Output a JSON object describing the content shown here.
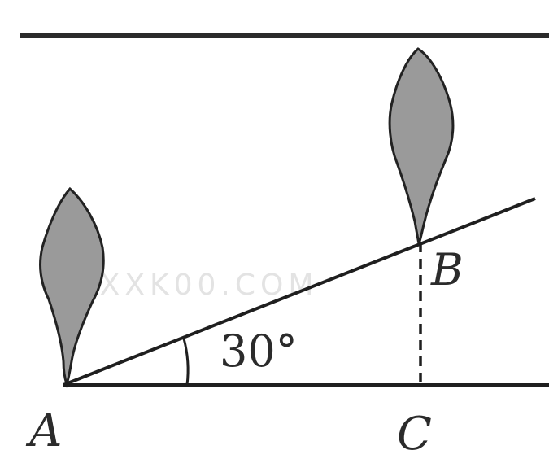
{
  "diagram": {
    "angle_label": "30°",
    "points": {
      "a": "A",
      "b": "B",
      "c": "C"
    },
    "watermark": "ZXXK00.COM",
    "colors": {
      "line": "#1f1f1f",
      "tree_fill": "#9a9a9a",
      "tree_stroke": "#222222",
      "background": "#ffffff"
    }
  }
}
